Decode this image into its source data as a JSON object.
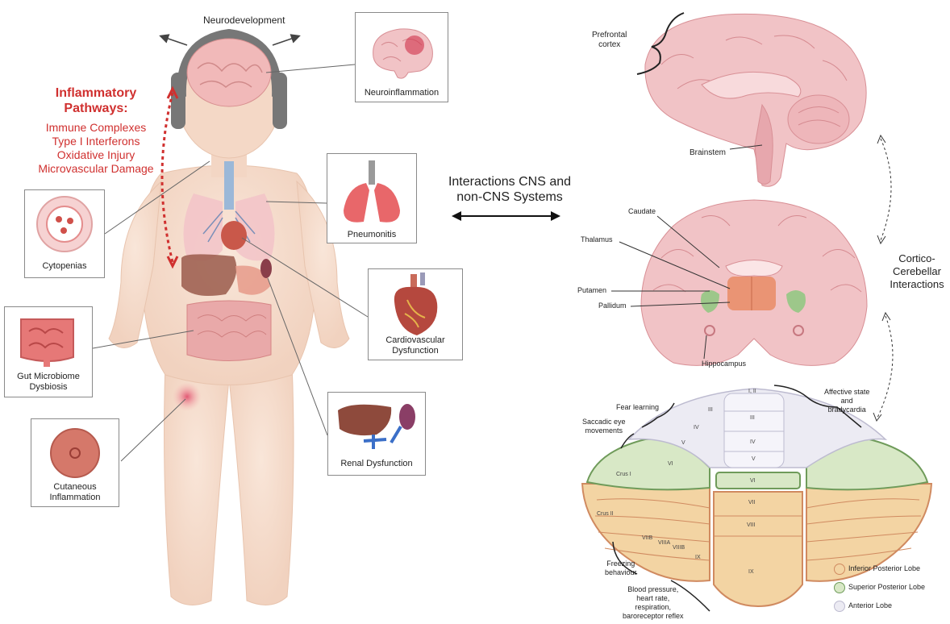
{
  "neurodevelopment": "Neurodevelopment",
  "inflammatory": {
    "title_line1": "Inflammatory",
    "title_line2": "Pathways:",
    "items": [
      "Immune Complexes",
      "Type I Interferons",
      "Oxidative Injury",
      "Microvascular Damage"
    ]
  },
  "boxes": {
    "neuroinflammation": "Neuroinflammation",
    "pneumonitis": "Pneumonitis",
    "cytopenias": "Cytopenias",
    "cardio_line1": "Cardiovascular",
    "cardio_line2": "Dysfunction",
    "gut_line1": "Gut Microbiome",
    "gut_line2": "Dysbiosis",
    "renal": "Renal Dysfunction",
    "cut_line1": "Cutaneous",
    "cut_line2": "Inflammation"
  },
  "center": {
    "line1": "Interactions CNS and",
    "line2": "non-CNS Systems"
  },
  "brain": {
    "prefrontal_line1": "Prefrontal",
    "prefrontal_line2": "cortex",
    "brainstem": "Brainstem",
    "caudate": "Caudate",
    "thalamus": "Thalamus",
    "putamen": "Putamen",
    "pallidum": "Pallidum",
    "hippocampus": "Hippocampus"
  },
  "cortico": {
    "line1": "Cortico-",
    "line2": "Cerebellar",
    "line3": "Interactions"
  },
  "cerebellum": {
    "fear_learning": "Fear learning",
    "saccadic_line1": "Saccadic eye",
    "saccadic_line2": "movements",
    "affective_line1": "Affective state",
    "affective_line2": "and",
    "affective_line3": "bradycardia",
    "freezing_line1": "Freezing",
    "freezing_line2": "behaviour",
    "bp_line1": "Blood pressure,",
    "bp_line2": "heart rate,",
    "bp_line3": "respiration,",
    "bp_line4": "baroreceptor reflex",
    "lobules": {
      "i_ii": "I, II",
      "iii_l": "III",
      "iii_c": "III",
      "iv_l": "IV",
      "iv_c": "IV",
      "v_l": "V",
      "v_c": "V",
      "vi_l": "VI",
      "vi_c": "VI",
      "vii": "VII",
      "viii": "VIII",
      "ix_c": "IX",
      "ix_l": "IX",
      "viib": "VIIB",
      "viiia": "VIIIA",
      "viiib": "VIIIB",
      "crus1": "Crus I",
      "crus2": "Crus II"
    }
  },
  "legend": [
    {
      "label": "Inferior Posterior Lobe",
      "color": "#f3d4a3"
    },
    {
      "label": "Superior Posterior  Lobe",
      "color": "#d8e8c6"
    },
    {
      "label": "Anterior Lobe",
      "color": "#ecebf3"
    }
  ],
  "colors": {
    "accent_red": "#d0302f",
    "brain_pink": "#f1c3c6",
    "skin": "#f6dccb"
  }
}
